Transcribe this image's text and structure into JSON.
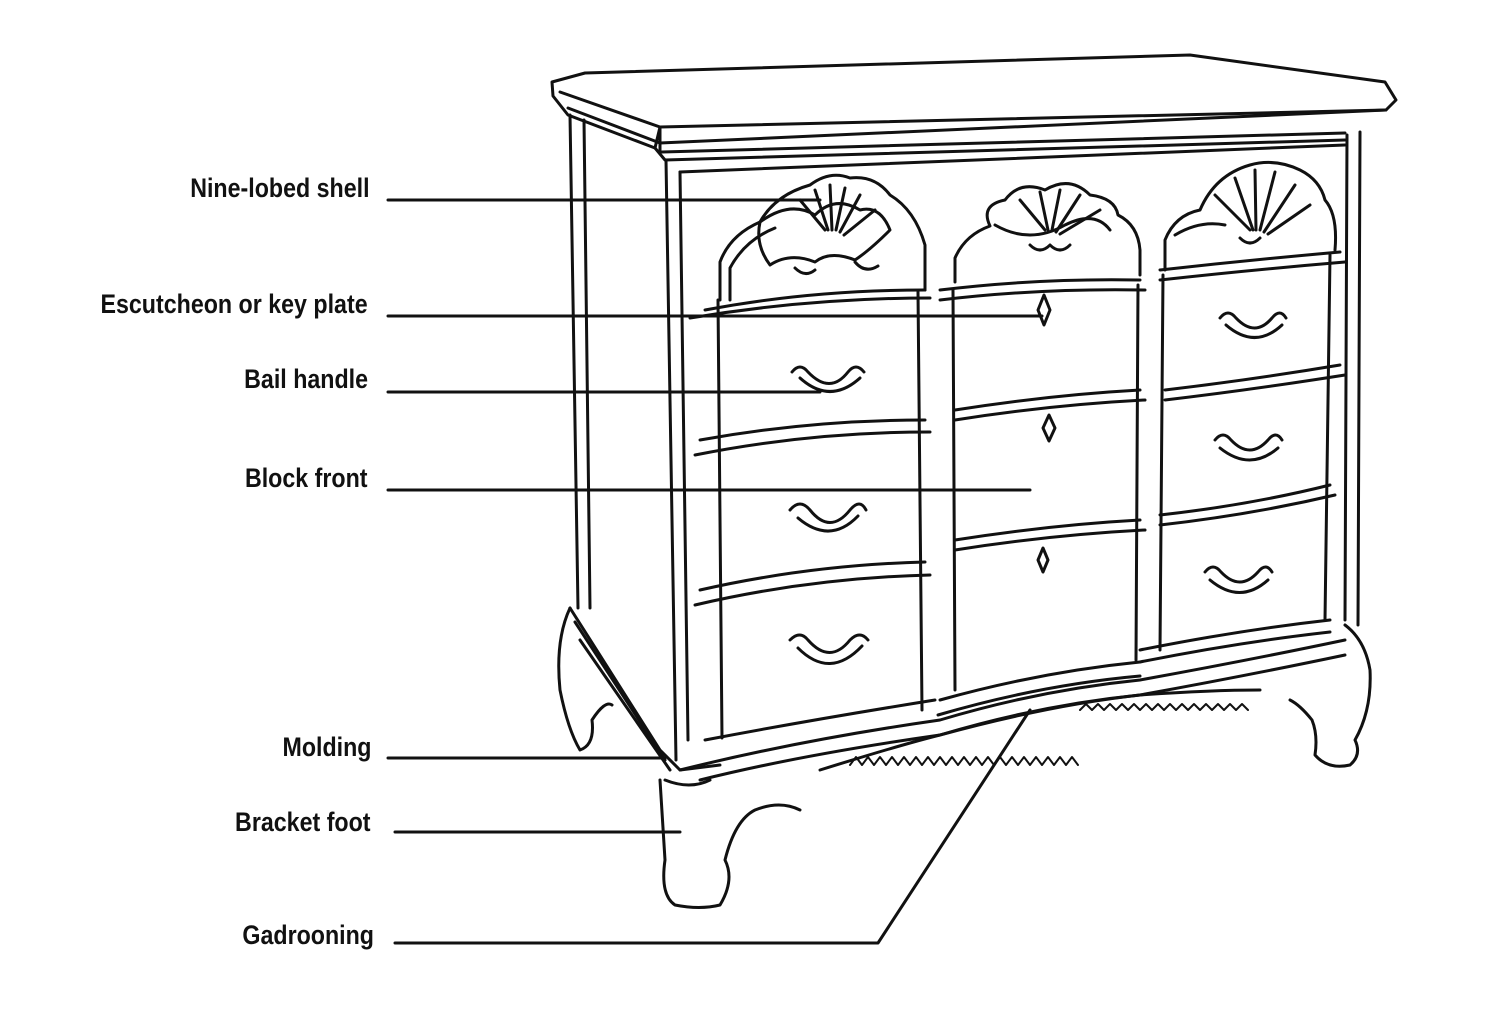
{
  "diagram": {
    "labels": {
      "nine_lobed_shell": "Nine-lobed shell",
      "escutcheon": "Escutcheon or key plate",
      "bail_handle": "Bail handle",
      "block_front": "Block front",
      "molding": "Molding",
      "bracket_foot": "Bracket foot",
      "gadrooning": "Gadrooning"
    },
    "colors": {
      "ink": "#111111",
      "background": "#ffffff"
    }
  }
}
